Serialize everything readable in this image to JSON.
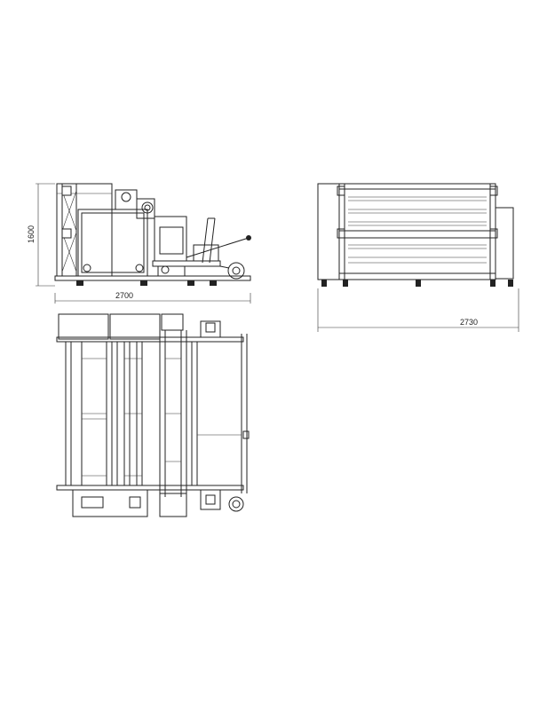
{
  "dimensions": {
    "front_height": "1600",
    "front_width": "2700",
    "side_width": "2730"
  },
  "colors": {
    "line": "#222222",
    "background": "#ffffff"
  }
}
